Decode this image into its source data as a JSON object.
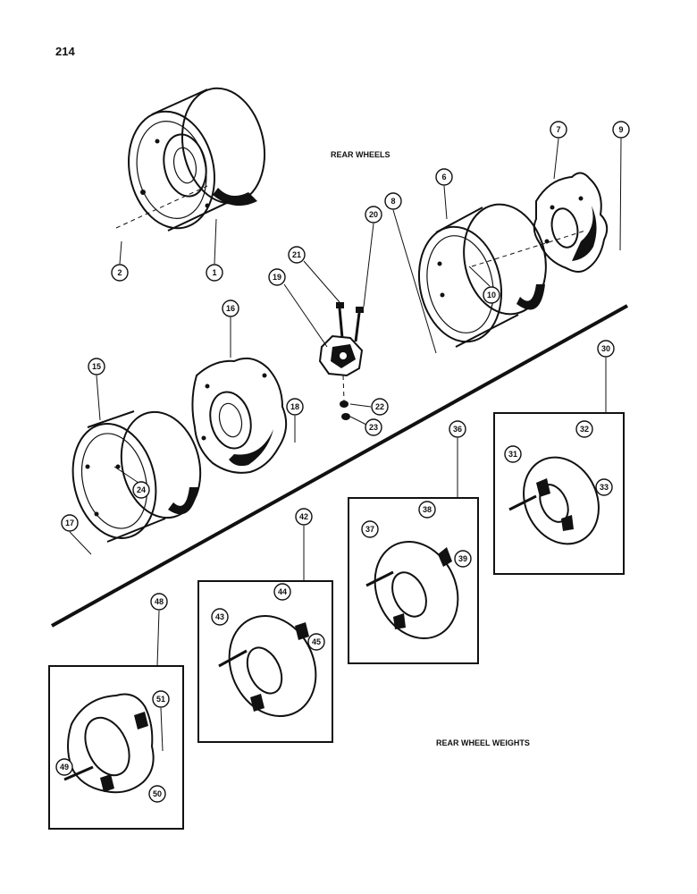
{
  "page_number": "214",
  "titles": {
    "rear_wheels": "REAR WHEELS",
    "rear_wheel_weights": "REAR WHEEL WEIGHTS"
  },
  "callouts": [
    "1",
    "2",
    "6",
    "7",
    "8",
    "9",
    "10",
    "15",
    "16",
    "17",
    "18",
    "19",
    "20",
    "21",
    "22",
    "23",
    "24",
    "30",
    "31",
    "32",
    "33",
    "36",
    "37",
    "38",
    "39",
    "42",
    "43",
    "44",
    "45",
    "48",
    "49",
    "50",
    "51"
  ]
}
